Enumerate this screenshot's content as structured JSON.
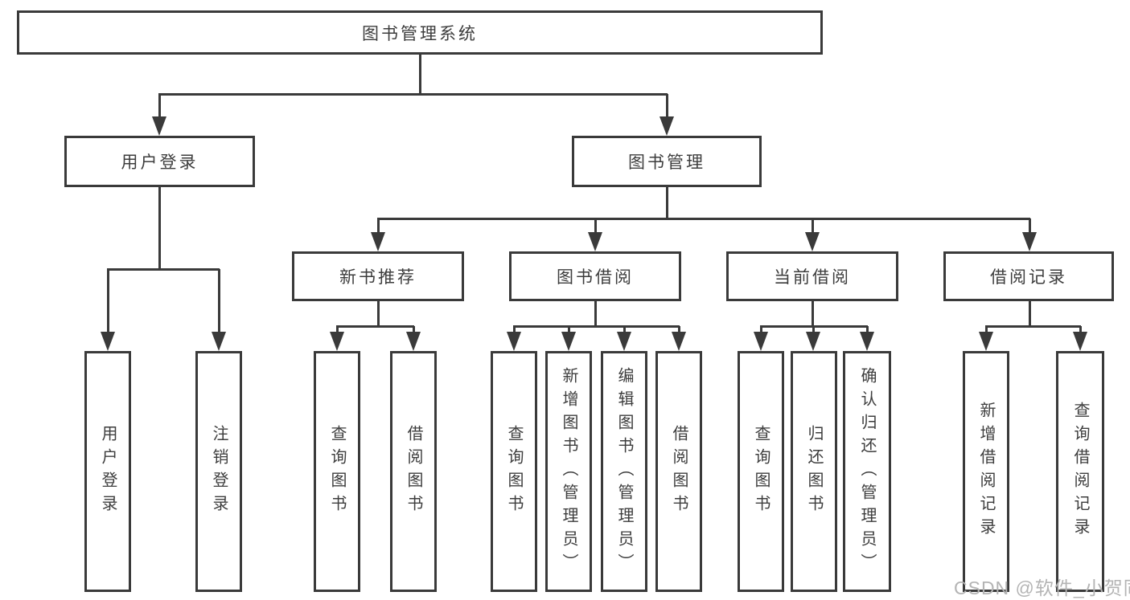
{
  "tree": {
    "root": {
      "label": "图书管理系统"
    },
    "branches": [
      {
        "label": "用户登录",
        "leaves": [
          "用户登录",
          "注销登录"
        ]
      },
      {
        "label": "图书管理",
        "children": [
          {
            "label": "新书推荐",
            "leaves": [
              "查询图书",
              "借阅图书"
            ]
          },
          {
            "label": "图书借阅",
            "leaves": [
              "查询图书",
              "新增图书（管理员）",
              "编辑图书（管理员）",
              "借阅图书"
            ]
          },
          {
            "label": "当前借阅",
            "leaves": [
              "查询图书",
              "归还图书",
              "确认归还（管理员）"
            ]
          },
          {
            "label": "借阅记录",
            "leaves": [
              "新增借阅记录",
              "查询借阅记录"
            ]
          }
        ]
      }
    ]
  },
  "watermark": "CSDN @软件_小贺同学",
  "colors": {
    "line": "#3a3a3a",
    "text": "#3d3d3d",
    "watermark": "#b4b4b4",
    "background": "#ffffff"
  }
}
